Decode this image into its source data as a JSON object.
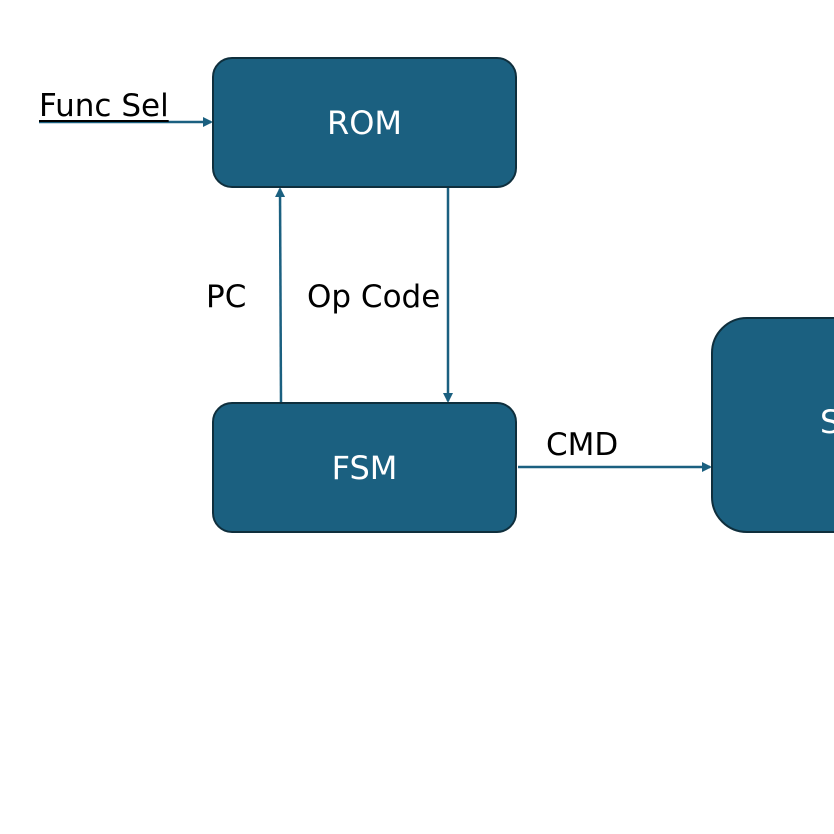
{
  "colors": {
    "block_fill": "#1b6080",
    "block_border": "#0f2f3d",
    "arrow": "#1b6080",
    "block_text": "#ffffff",
    "label_text": "#000000"
  },
  "blocks": {
    "rom": "ROM",
    "fsm": "FSM",
    "partial": "S"
  },
  "signals": {
    "func_sel": "Func Sel",
    "pc": "PC",
    "op_code": "Op Code",
    "cmd": "CMD"
  }
}
